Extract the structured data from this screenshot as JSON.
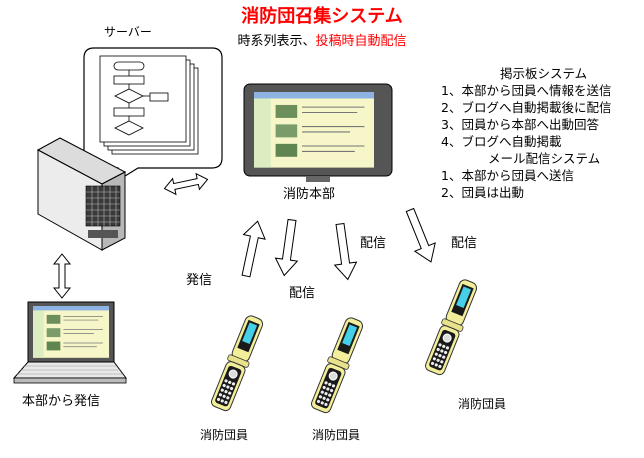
{
  "title": "消防団召集システム",
  "subtitle": {
    "prefix": "時系列表示、",
    "highlight": "投稿時自動配信"
  },
  "labels": {
    "server": "サーバー",
    "hq": "消防本部",
    "pc": "本部から発信",
    "send": "発信",
    "deliver1": "配信",
    "deliver2": "配信",
    "deliver3": "配信",
    "member1": "消防団員",
    "member2": "消防団員",
    "member3": "消防団員"
  },
  "bbs": {
    "heading": "掲示板システム",
    "items": [
      "1、本部から団員へ情報を送信",
      "2、ブログへ自動掲載後に配信",
      "3、団員から本部へ出動回答",
      "4、ブログへ自動掲載"
    ]
  },
  "mail": {
    "heading": "メール配信システム",
    "items": [
      "1、本部から団員へ送信",
      "2、団員は出動"
    ]
  },
  "colors": {
    "title": "#ff0000",
    "highlight": "#ff0000",
    "phone": "#f2ee9a",
    "screen": "#46cfe8"
  }
}
